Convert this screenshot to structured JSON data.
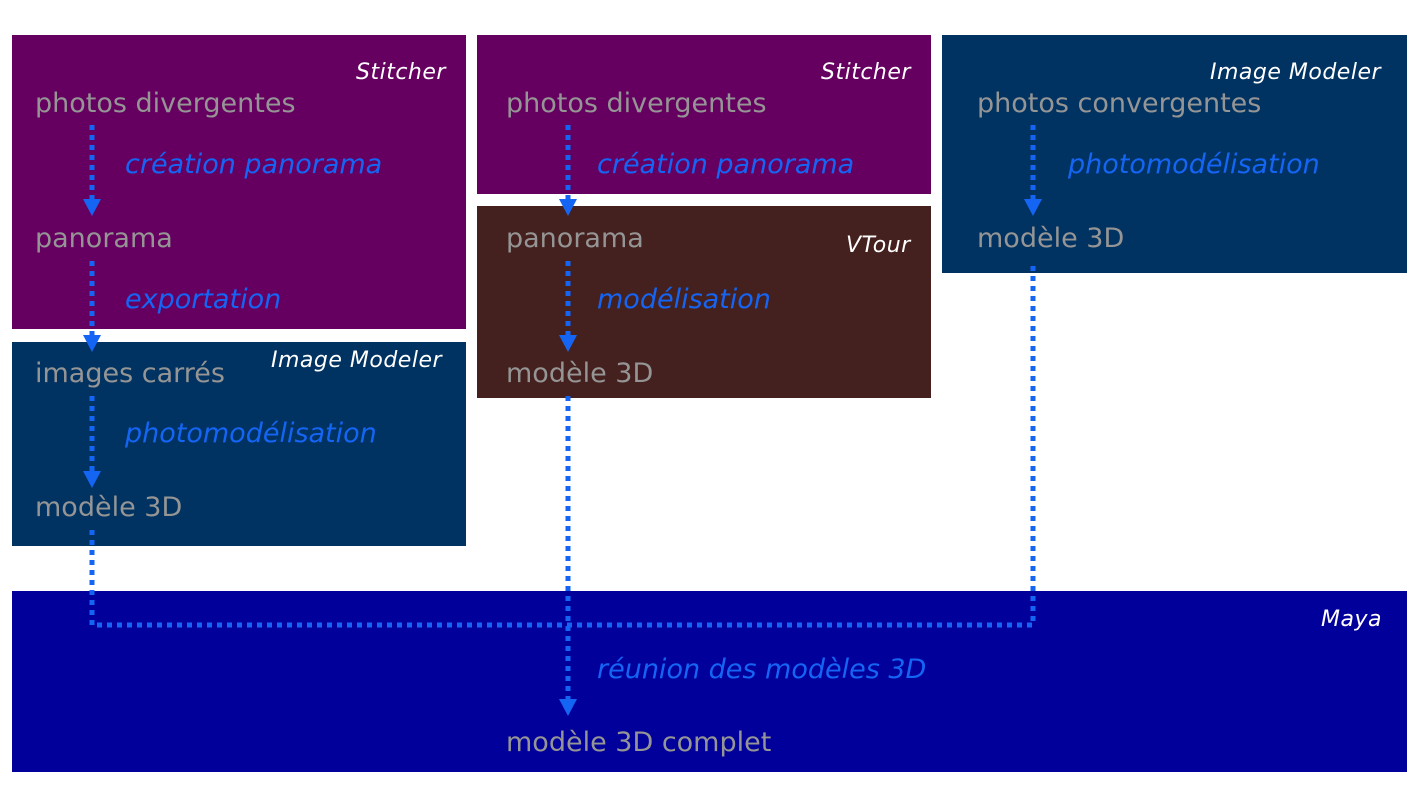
{
  "colors": {
    "stitcher_box": "#660060",
    "imagemodeler_box": "#003361",
    "vtour_box": "#44201E",
    "maya_box": "#02009A",
    "tool_label": "#FFFFFF",
    "state_text": "#959595",
    "step_text": "#1565F5",
    "arrow": "#1565F5"
  },
  "col1": {
    "stitcher": {
      "tool": "Stitcher",
      "input": "photos divergentes",
      "step1": "création panorama",
      "mid": "panorama",
      "step2": "exportation"
    },
    "imagemodeler": {
      "tool": "Image Modeler",
      "input": "images carrés",
      "step": "photomodélisation",
      "output": "modèle 3D"
    }
  },
  "col2": {
    "stitcher": {
      "tool": "Stitcher",
      "input": "photos divergentes",
      "step": "création panorama"
    },
    "vtour": {
      "tool": "VTour",
      "input": "panorama",
      "step": "modélisation",
      "output": "modèle 3D"
    }
  },
  "col3": {
    "imagemodeler": {
      "tool": "Image Modeler",
      "input": "photos convergentes",
      "step": "photomodélisation",
      "output": "modèle 3D"
    }
  },
  "maya": {
    "tool": "Maya",
    "step": "réunion des modèles 3D",
    "output": "modèle 3D complet"
  }
}
